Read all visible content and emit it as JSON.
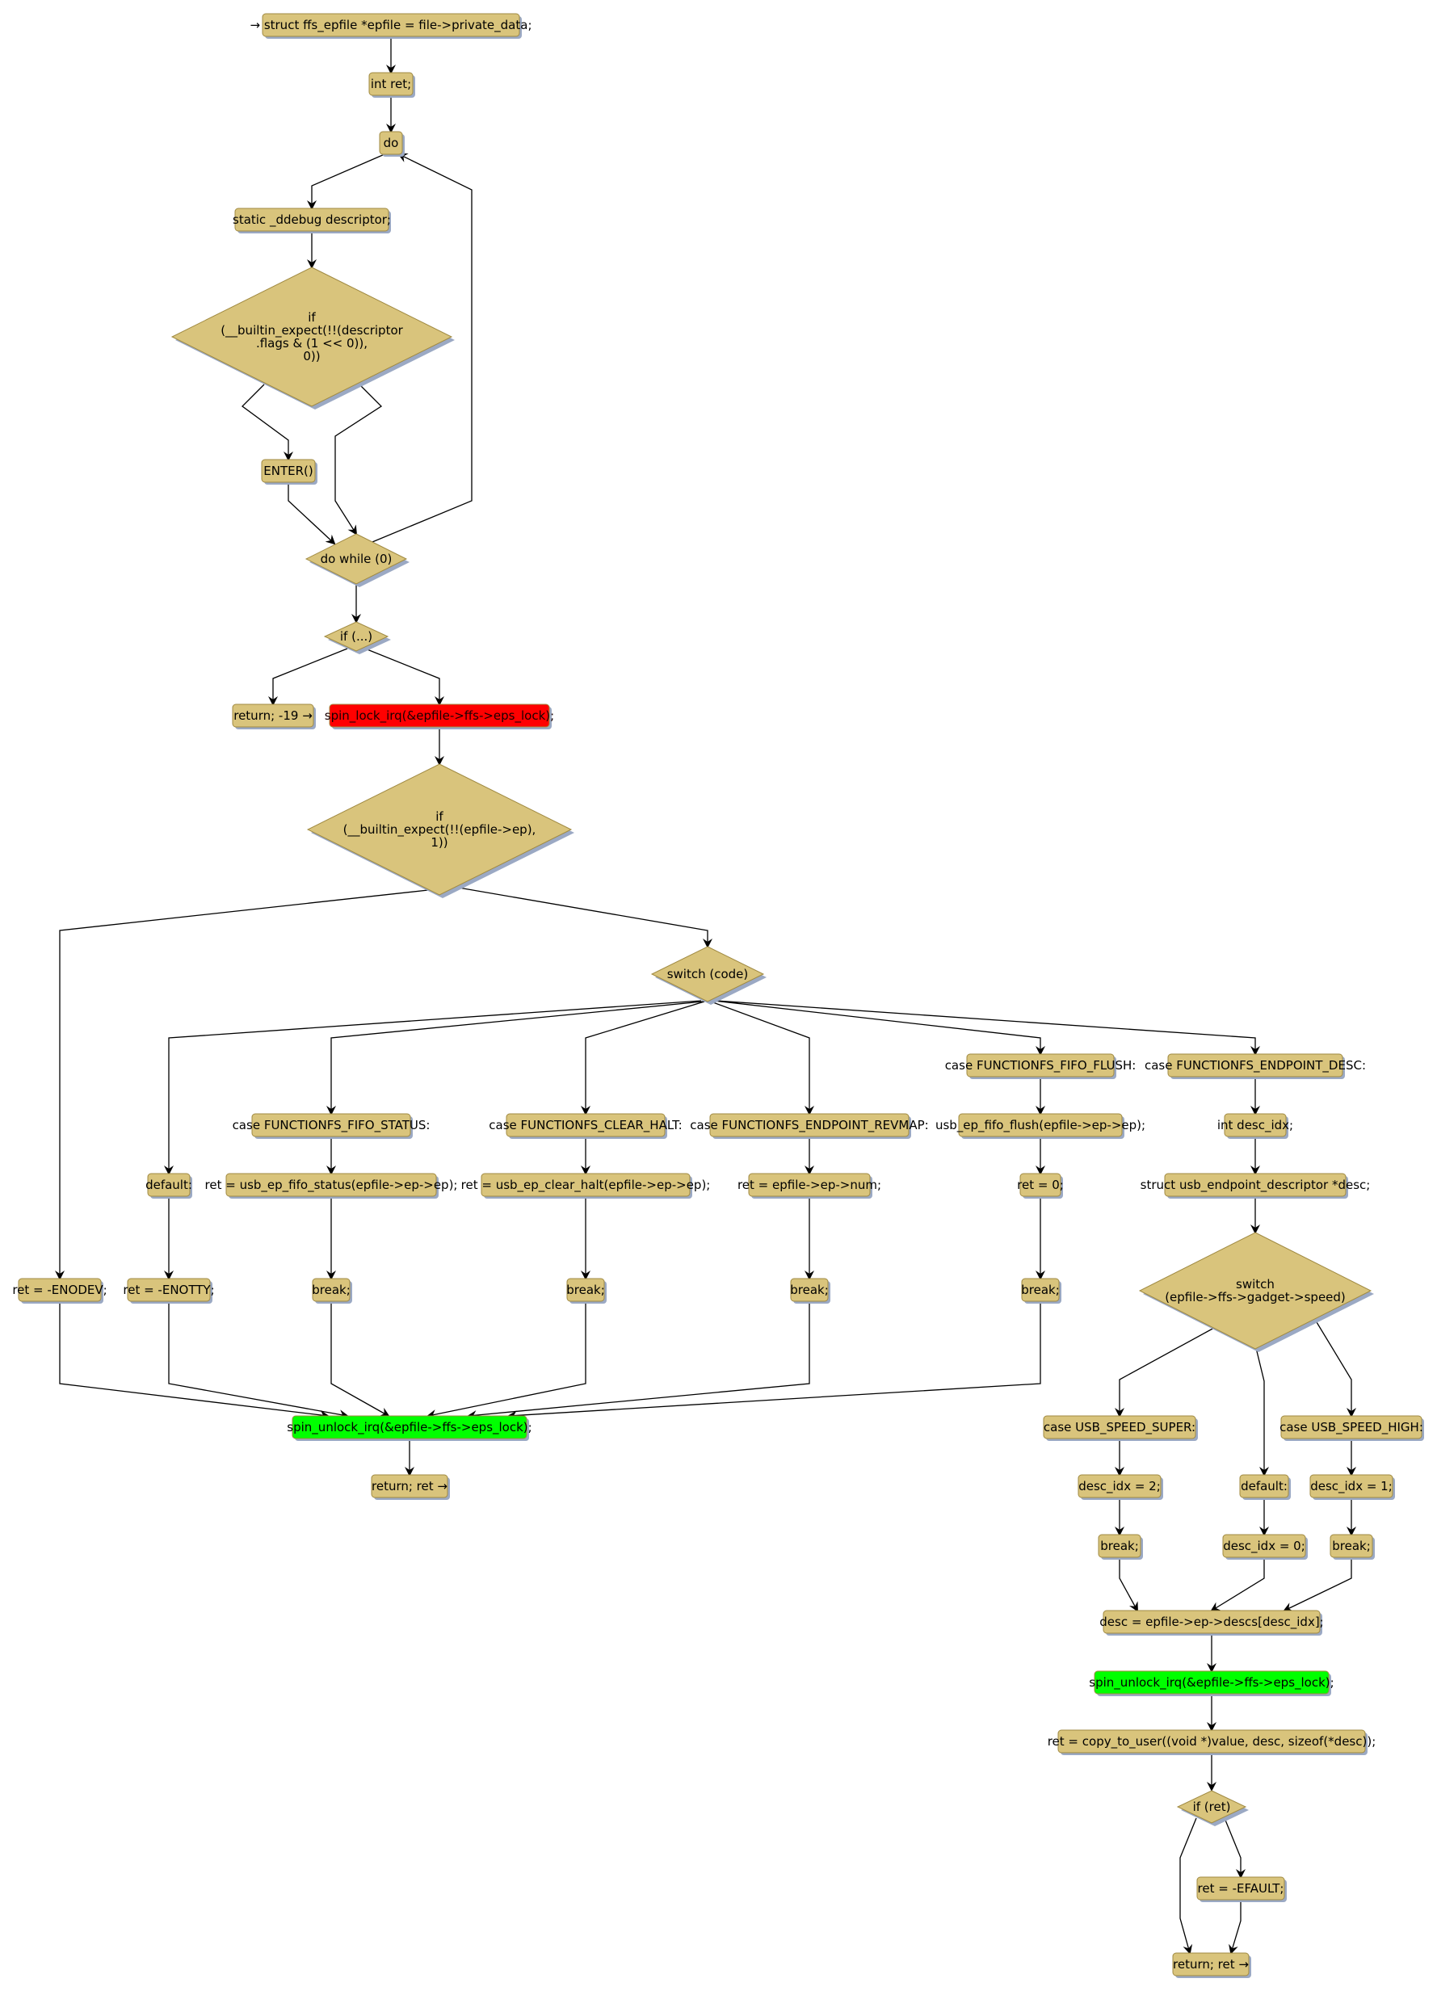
{
  "diagram": {
    "type": "control-flow-graph",
    "colors": {
      "node_fill": "#d9c47c",
      "node_border": "#a08a42",
      "shadow": "#9ba9c4",
      "lock_fill": "#ff0000",
      "unlock_fill": "#00ff00",
      "edge": "#000000"
    },
    "nodes": [
      {
        "id": "n_entry",
        "shape": "box",
        "label": "→ struct ffs_epfile *epfile = file->private_data;"
      },
      {
        "id": "n_intret",
        "shape": "box",
        "label": "int ret;"
      },
      {
        "id": "n_do",
        "shape": "box",
        "label": "do"
      },
      {
        "id": "n_ddebug",
        "shape": "box",
        "label": "static _ddebug descriptor;"
      },
      {
        "id": "n_if_ddebug",
        "shape": "diamond",
        "label": "if\n(__builtin_expect(!!(descriptor\n.flags & (1 << 0)),\n0))"
      },
      {
        "id": "n_enter",
        "shape": "box",
        "label": "ENTER()"
      },
      {
        "id": "n_dowhile",
        "shape": "diamond",
        "label": "do while (0)"
      },
      {
        "id": "n_if_dots",
        "shape": "diamond",
        "label": "if (...)"
      },
      {
        "id": "n_ret19",
        "shape": "box",
        "label": "return; -19 →"
      },
      {
        "id": "n_lock",
        "shape": "box",
        "style": "lock",
        "label": "spin_lock_irq(&epfile->ffs->eps_lock);"
      },
      {
        "id": "n_if_ep",
        "shape": "diamond",
        "label": "if\n(__builtin_expect(!!(epfile->ep),\n1))"
      },
      {
        "id": "n_switch",
        "shape": "diamond",
        "label": "switch (code)"
      },
      {
        "id": "n_enodev",
        "shape": "box",
        "label": "ret = -ENODEV;"
      },
      {
        "id": "n_default",
        "shape": "box",
        "label": "default:"
      },
      {
        "id": "n_enotty",
        "shape": "box",
        "label": "ret = -ENOTTY;"
      },
      {
        "id": "n_case_status",
        "shape": "box",
        "label": "case FUNCTIONFS_FIFO_STATUS:"
      },
      {
        "id": "n_fifo_status",
        "shape": "box",
        "label": "ret = usb_ep_fifo_status(epfile->ep->ep);"
      },
      {
        "id": "n_break1",
        "shape": "box",
        "label": "break;"
      },
      {
        "id": "n_case_halt",
        "shape": "box",
        "label": "case FUNCTIONFS_CLEAR_HALT:"
      },
      {
        "id": "n_clear_halt",
        "shape": "box",
        "label": "ret = usb_ep_clear_halt(epfile->ep->ep);"
      },
      {
        "id": "n_break2",
        "shape": "box",
        "label": "break;"
      },
      {
        "id": "n_case_revmap",
        "shape": "box",
        "label": "case FUNCTIONFS_ENDPOINT_REVMAP:"
      },
      {
        "id": "n_num",
        "shape": "box",
        "label": "ret = epfile->ep->num;"
      },
      {
        "id": "n_break3",
        "shape": "box",
        "label": "break;"
      },
      {
        "id": "n_case_flush",
        "shape": "box",
        "label": "case FUNCTIONFS_FIFO_FLUSH:"
      },
      {
        "id": "n_flush",
        "shape": "box",
        "label": "usb_ep_fifo_flush(epfile->ep->ep);"
      },
      {
        "id": "n_ret0",
        "shape": "box",
        "label": "ret = 0;"
      },
      {
        "id": "n_break4",
        "shape": "box",
        "label": "break;"
      },
      {
        "id": "n_case_desc",
        "shape": "box",
        "label": "case FUNCTIONFS_ENDPOINT_DESC:"
      },
      {
        "id": "n_descidx",
        "shape": "box",
        "label": "int desc_idx;"
      },
      {
        "id": "n_structdesc",
        "shape": "box",
        "label": "struct usb_endpoint_descriptor *desc;"
      },
      {
        "id": "n_switch_speed",
        "shape": "diamond",
        "label": "switch\n(epfile->ffs->gadget->speed)"
      },
      {
        "id": "n_unlock1",
        "shape": "box",
        "style": "unlock",
        "label": "spin_unlock_irq(&epfile->ffs->eps_lock);"
      },
      {
        "id": "n_retret1",
        "shape": "box",
        "label": "return; ret →"
      },
      {
        "id": "n_case_super",
        "shape": "box",
        "label": "case USB_SPEED_SUPER:"
      },
      {
        "id": "n_idx2",
        "shape": "box",
        "label": "desc_idx = 2;"
      },
      {
        "id": "n_break5",
        "shape": "box",
        "label": "break;"
      },
      {
        "id": "n_default2",
        "shape": "box",
        "label": "default:"
      },
      {
        "id": "n_idx0",
        "shape": "box",
        "label": "desc_idx = 0;"
      },
      {
        "id": "n_case_high",
        "shape": "box",
        "label": "case USB_SPEED_HIGH:"
      },
      {
        "id": "n_idx1",
        "shape": "box",
        "label": "desc_idx = 1;"
      },
      {
        "id": "n_break6",
        "shape": "box",
        "label": "break;"
      },
      {
        "id": "n_descassign",
        "shape": "box",
        "label": "desc = epfile->ep->descs[desc_idx];"
      },
      {
        "id": "n_unlock2",
        "shape": "box",
        "style": "unlock",
        "label": "spin_unlock_irq(&epfile->ffs->eps_lock);"
      },
      {
        "id": "n_copy",
        "shape": "box",
        "label": "ret = copy_to_user((void *)value, desc, sizeof(*desc));"
      },
      {
        "id": "n_if_ret",
        "shape": "diamond",
        "label": "if (ret)"
      },
      {
        "id": "n_efault",
        "shape": "box",
        "label": "ret = -EFAULT;"
      },
      {
        "id": "n_retret2",
        "shape": "box",
        "label": "return; ret →"
      }
    ],
    "edges": [
      [
        "n_entry",
        "n_intret"
      ],
      [
        "n_intret",
        "n_do"
      ],
      [
        "n_do",
        "n_ddebug"
      ],
      [
        "n_ddebug",
        "n_if_ddebug"
      ],
      [
        "n_if_ddebug",
        "n_enter"
      ],
      [
        "n_if_ddebug",
        "n_dowhile"
      ],
      [
        "n_enter",
        "n_dowhile"
      ],
      [
        "n_dowhile",
        "n_do"
      ],
      [
        "n_dowhile",
        "n_if_dots"
      ],
      [
        "n_if_dots",
        "n_ret19"
      ],
      [
        "n_if_dots",
        "n_lock"
      ],
      [
        "n_lock",
        "n_if_ep"
      ],
      [
        "n_if_ep",
        "n_enodev"
      ],
      [
        "n_if_ep",
        "n_switch"
      ],
      [
        "n_switch",
        "n_default"
      ],
      [
        "n_switch",
        "n_case_status"
      ],
      [
        "n_switch",
        "n_case_halt"
      ],
      [
        "n_switch",
        "n_case_revmap"
      ],
      [
        "n_switch",
        "n_case_flush"
      ],
      [
        "n_switch",
        "n_case_desc"
      ],
      [
        "n_default",
        "n_enotty"
      ],
      [
        "n_case_status",
        "n_fifo_status"
      ],
      [
        "n_fifo_status",
        "n_break1"
      ],
      [
        "n_case_halt",
        "n_clear_halt"
      ],
      [
        "n_clear_halt",
        "n_break2"
      ],
      [
        "n_case_revmap",
        "n_num"
      ],
      [
        "n_num",
        "n_break3"
      ],
      [
        "n_case_flush",
        "n_flush"
      ],
      [
        "n_flush",
        "n_ret0"
      ],
      [
        "n_ret0",
        "n_break4"
      ],
      [
        "n_case_desc",
        "n_descidx"
      ],
      [
        "n_descidx",
        "n_structdesc"
      ],
      [
        "n_structdesc",
        "n_switch_speed"
      ],
      [
        "n_enodev",
        "n_unlock1"
      ],
      [
        "n_enotty",
        "n_unlock1"
      ],
      [
        "n_break1",
        "n_unlock1"
      ],
      [
        "n_break2",
        "n_unlock1"
      ],
      [
        "n_break3",
        "n_unlock1"
      ],
      [
        "n_break4",
        "n_unlock1"
      ],
      [
        "n_unlock1",
        "n_retret1"
      ],
      [
        "n_switch_speed",
        "n_case_super"
      ],
      [
        "n_switch_speed",
        "n_default2"
      ],
      [
        "n_switch_speed",
        "n_case_high"
      ],
      [
        "n_case_super",
        "n_idx2"
      ],
      [
        "n_idx2",
        "n_break5"
      ],
      [
        "n_default2",
        "n_idx0"
      ],
      [
        "n_case_high",
        "n_idx1"
      ],
      [
        "n_idx1",
        "n_break6"
      ],
      [
        "n_break5",
        "n_descassign"
      ],
      [
        "n_idx0",
        "n_descassign"
      ],
      [
        "n_break6",
        "n_descassign"
      ],
      [
        "n_descassign",
        "n_unlock2"
      ],
      [
        "n_unlock2",
        "n_copy"
      ],
      [
        "n_copy",
        "n_if_ret"
      ],
      [
        "n_if_ret",
        "n_retret2"
      ],
      [
        "n_if_ret",
        "n_efault"
      ],
      [
        "n_efault",
        "n_retret2"
      ]
    ]
  }
}
